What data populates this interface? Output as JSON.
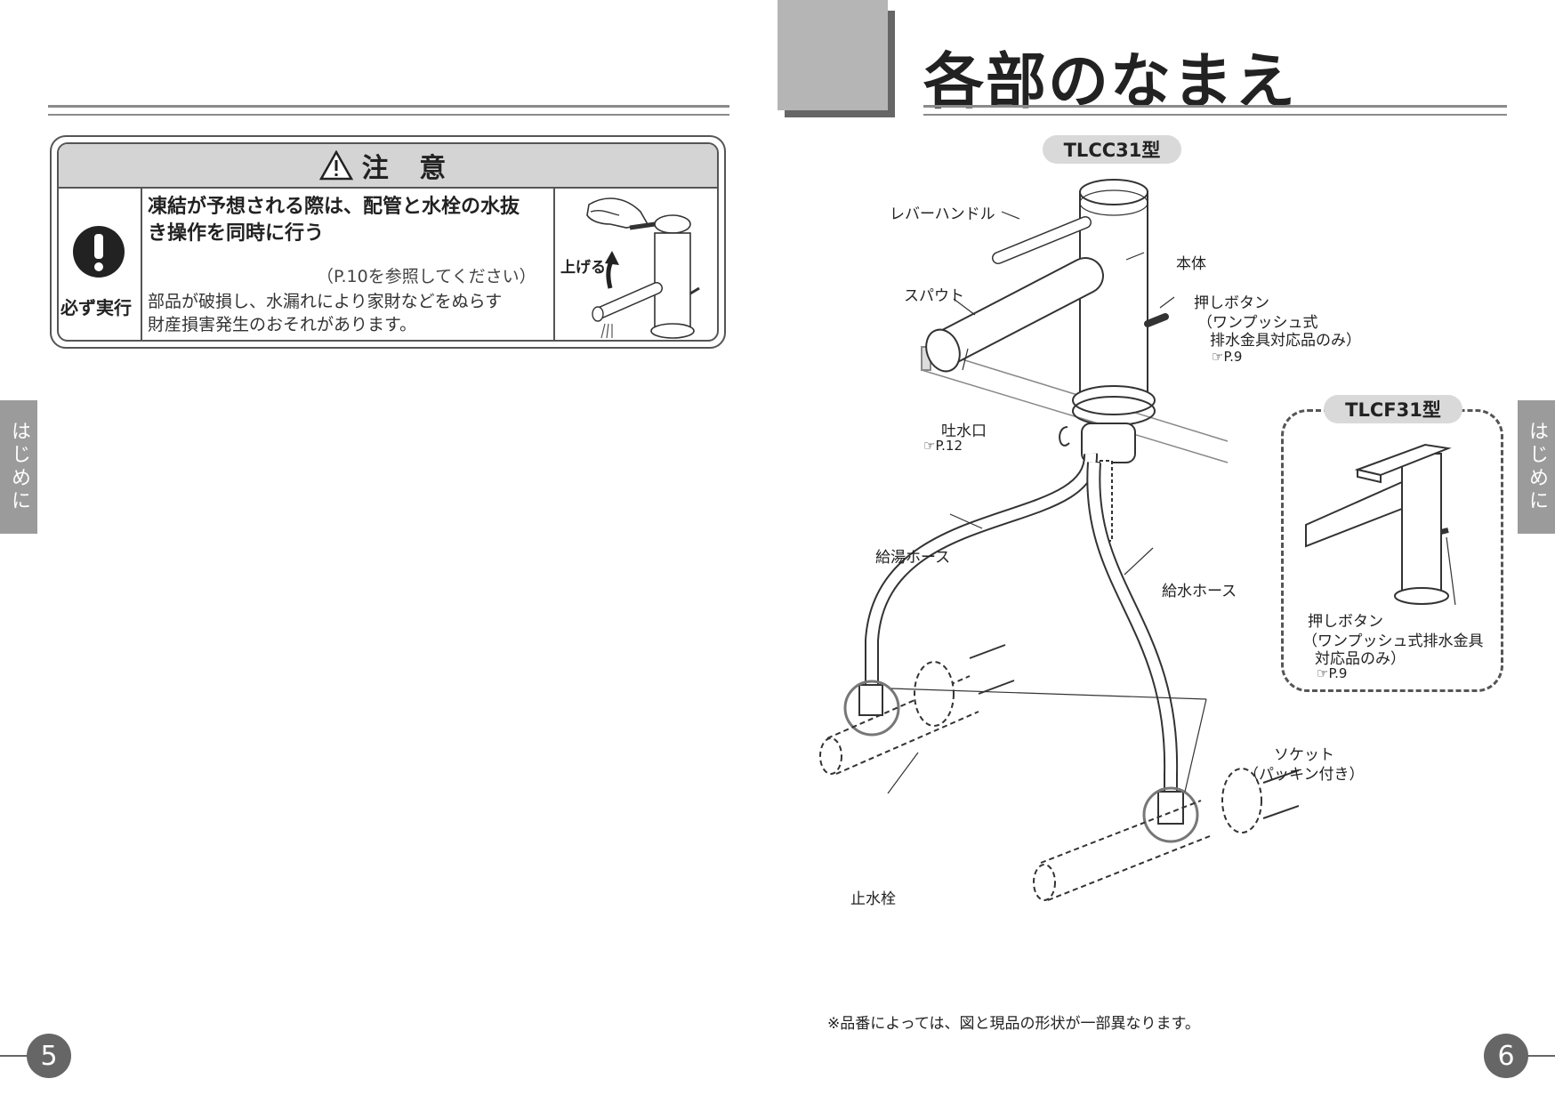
{
  "left_page": {
    "caution": {
      "header": "注 意",
      "icon_label": "必ず実行",
      "title_line1": "凍結が予想される際は、配管と水栓の水抜",
      "title_line2": "き操作を同時に行う",
      "reference": "（P.10を参照してください）",
      "body_line1": "部品が破損し、水漏れにより家財などをぬらす",
      "body_line2": "財産損害発生のおそれがあります。",
      "illustration_label": "上げる"
    },
    "side_tab": "はじめに",
    "page_number": "5"
  },
  "right_page": {
    "title": "各部のなまえ",
    "model_main": "TLCC31型",
    "model_inset": "TLCF31型",
    "labels": {
      "lever_handle": "レバーハンドル",
      "body": "本体",
      "spout": "スパウト",
      "push_button": "押しボタン",
      "push_button_note1": "（ワンプッシュ式",
      "push_button_note2": "排水金具対応品のみ）",
      "push_button_ref": "P.9",
      "outlet": "吐水口",
      "outlet_ref": "P.12",
      "hot_hose": "給湯ホース",
      "cold_hose": "給水ホース",
      "socket": "ソケット",
      "socket_note": "（パッキン付き）",
      "stop_valve": "止水栓",
      "inset_push_button": "押しボタン",
      "inset_note1": "（ワンプッシュ式排水金具",
      "inset_note2": "対応品のみ）",
      "inset_ref": "P.9"
    },
    "footnote": "※品番によっては、図と現品の形状が一部異なります。",
    "side_tab": "はじめに",
    "page_number": "6"
  }
}
